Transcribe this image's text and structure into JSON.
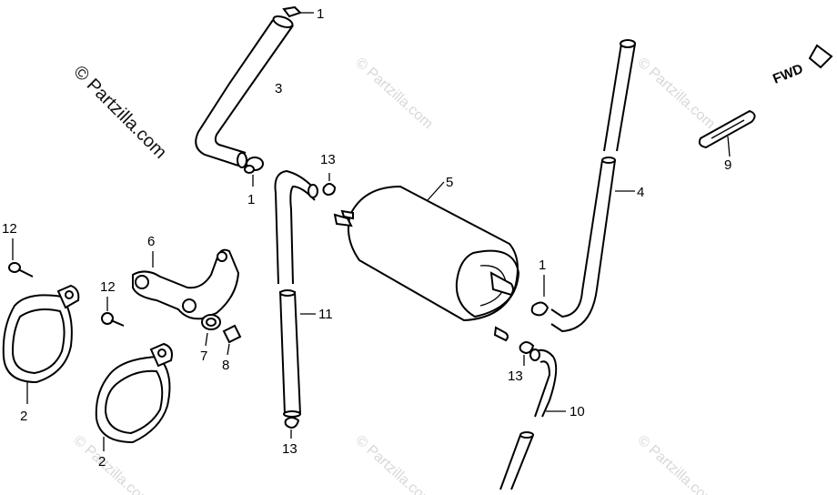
{
  "watermark": {
    "main": "© Partzilla.com",
    "faint": "© Partzilla.com"
  },
  "direction_label": "FWD",
  "callouts": {
    "c1a": "1",
    "c3": "3",
    "c1b": "1",
    "c13a": "13",
    "c5": "5",
    "c4": "4",
    "c9": "9",
    "c12a": "12",
    "c6": "6",
    "c12b": "12",
    "c11": "11",
    "c1c": "1",
    "c7": "7",
    "c8": "8",
    "c13b": "13",
    "c10": "10",
    "c2a": "2",
    "c2b": "2",
    "c13c": "13"
  }
}
